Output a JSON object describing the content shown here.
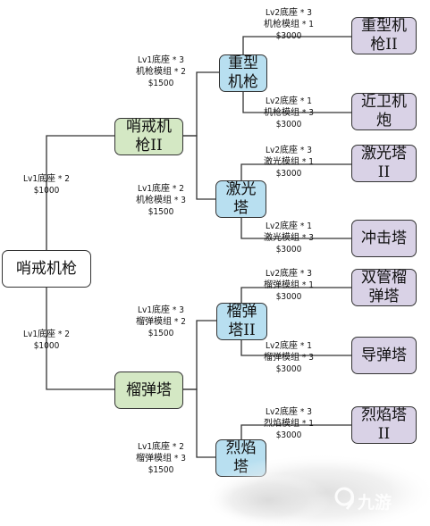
{
  "nodes": {
    "root": "哨戒机枪",
    "sentry2": "哨戒机\n枪II",
    "mortar": "榴弹塔",
    "heavy_mg": "重型\n机枪",
    "laser": "激光\n塔",
    "mortar2": "榴弹\n塔II",
    "flame": "烈焰\n塔",
    "heavy_mg2": "重型机\n枪II",
    "guard_cannon": "近卫机\n炮",
    "laser2": "激光塔\nII",
    "impact": "冲击塔",
    "twin_mortar": "双管榴\n弹塔",
    "missile": "导弹塔",
    "flame2": "烈焰塔\nII"
  },
  "costs": {
    "root_to_sentry2": "Lv1底座 * 2\n$1000",
    "root_to_mortar": "Lv1底座 * 2\n$1000",
    "sentry2_to_heavy_mg": "Lv1底座 * 3\n机枪模组 * 2\n$1500",
    "sentry2_to_laser": "Lv1底座 * 2\n机枪模组 * 3\n$1500",
    "mortar_to_mortar2": "Lv1底座 * 3\n榴弹模组 * 2\n$1500",
    "mortar_to_flame": "Lv1底座 * 2\n榴弹模组 * 3\n$1500",
    "heavy_mg_to_heavy_mg2": "Lv2底座 * 3\n机枪模组 * 1\n$3000",
    "heavy_mg_to_guard_cannon": "Lv2底座 * 1\n机枪模组 * 3\n$3000",
    "laser_to_laser2": "Lv2底座 * 3\n激光模组 * 1\n$3000",
    "laser_to_impact": "Lv2底座 * 1\n激光模组 * 3\n$3000",
    "mortar2_to_twin_mortar": "Lv2底座 * 3\n榴弹模组 * 1\n$3000",
    "mortar2_to_missile": "Lv2底座 * 1\n榴弹模组 * 3\n$3000",
    "flame_to_flame2": "Lv2底座 * 3\n烈焰模组 * 1\n$3000"
  },
  "watermark": {
    "logo_icon": "nine-game-logo-icon",
    "text": "九游"
  },
  "colors": {
    "tier1": "#d4e8c4",
    "tier2": "#b8dff0",
    "tier3": "#d9d2e6",
    "line": "#333333"
  }
}
